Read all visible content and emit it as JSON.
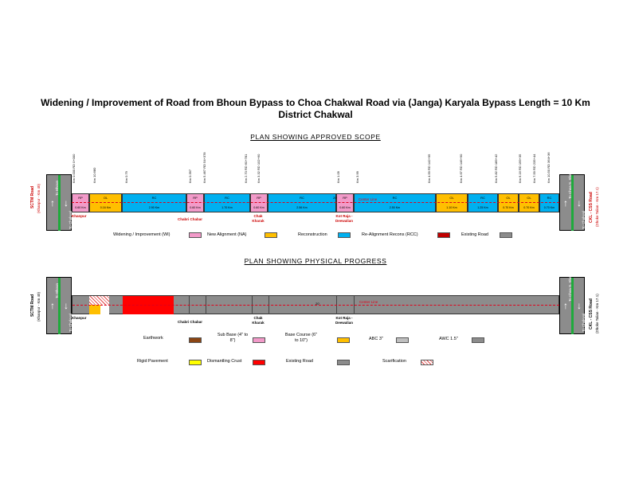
{
  "title_line1": "Widening / Improvement of Road from Bhoun Bypass to Choa Chakwal Road via (Janga) Karyala Bypass Length = 10 Km",
  "title_line2": "District Chakwal",
  "plan1": {
    "heading": "PLAN SHOWING APPROVED SCOPE",
    "center_line": "Center Line",
    "km_ticks": [
      "Km 0.000 RD 0+000",
      "Km 10.680",
      "Km 0.79",
      "Km 0.397",
      "Km 5.467 RD 54+378",
      "Km 2.70 RD 60+781",
      "Km 3.32 RD 102+60",
      "Km 1.09",
      "Km 3.99",
      "Km 4.59 RD 142+95",
      "Km 4.67 RD 146+90",
      "Km 5.82 RD 189+42",
      "Km 6.16 RD 199+35",
      "Km 7.59 RD 235+44",
      "Km 10.50 RD 364+36"
    ],
    "segments": [
      {
        "code": "RP",
        "len": "0.60 Km",
        "color": "#f29ac9"
      },
      {
        "code": "OL",
        "len": "0.16 Km",
        "color": "#ffbf00"
      },
      {
        "code": "RC",
        "len": "2.90 Km",
        "color": "#00b0f0"
      },
      {
        "code": "RP",
        "len": "0.60 Km",
        "color": "#f29ac9"
      },
      {
        "code": "RC",
        "len": "1.70 Km",
        "color": "#00b0f0"
      },
      {
        "code": "RP",
        "len": "0.60 Km",
        "color": "#f29ac9"
      },
      {
        "code": "RC",
        "len": "2.56 Km",
        "color": "#00b0f0"
      },
      {
        "code": "RP",
        "len": "0.60 Km",
        "color": "#f29ac9"
      },
      {
        "code": "RC",
        "len": "2.50 Km",
        "color": "#00b0f0"
      },
      {
        "code": "OL",
        "len": "1.10 Km",
        "color": "#ffbf00"
      },
      {
        "code": "RC",
        "len": "1.25 Km",
        "color": "#00b0f0"
      },
      {
        "code": "OL",
        "len": "0.70 Km",
        "color": "#ffbf00"
      },
      {
        "code": "OL",
        "len": "0.70 Km",
        "color": "#ffbf00"
      },
      {
        "code": "RC",
        "len": "0.70 Km",
        "color": "#00b0f0"
      }
    ],
    "mid_note": "20'",
    "places": [
      "Khanpur",
      "Chabri Chabar",
      "Chak Kharak",
      "Kot Raja - Deewalian"
    ],
    "legend": [
      {
        "label": "Widening / Improvement (WI)",
        "color": "#f29ac9"
      },
      {
        "label": "New Alignment (NA)",
        "color": "#ffbf00"
      },
      {
        "label": "Reconstruction",
        "color": "#00b0f0"
      },
      {
        "label": "Re-Alignment Recons (RCC)",
        "color": "#c00000"
      },
      {
        "label": "Existing Road",
        "color": "#8c8c8c"
      }
    ]
  },
  "plan2": {
    "heading": "PLAN SHOWING PHYSICAL PROGRESS",
    "center_line": "Center Line",
    "mid_note": "20'",
    "places": [
      "Khanpur",
      "Chabri Chabar",
      "Chak Kharak",
      "Kot Raja - Deewalian"
    ],
    "legend": [
      {
        "label": "Earthwork",
        "color": "#8b4513"
      },
      {
        "label": "Sub Base (4\" to 8\")",
        "color": "#f29ac9"
      },
      {
        "label": "Base Course (6\" to 10\")",
        "color": "#ffbf00"
      },
      {
        "label": "ABC 3\"",
        "color": "#bfbfbf"
      },
      {
        "label": "AWC 1.5\"",
        "color": "#8c8c8c"
      },
      {
        "label": "Rigid Pavement",
        "color": "#ffff00"
      },
      {
        "label": "Dismantling Crust",
        "color": "#ff0000"
      },
      {
        "label": "Existing Road",
        "color": "#8c8c8c"
      },
      {
        "label": "Scarification",
        "color": "hatch"
      }
    ]
  },
  "ends": {
    "left_road": "SCTM Road",
    "left_sub": "(Khanpur - Km 40)",
    "left_inner1": "To Bhoun",
    "left_inner2": "To Chakwal",
    "right_road": "CKL - CSS Road",
    "right_sub": "(Dhoke Talian - Km 17.1)",
    "right_inner1": "To Choa S. Shah",
    "right_inner2": "To Chakwal"
  }
}
